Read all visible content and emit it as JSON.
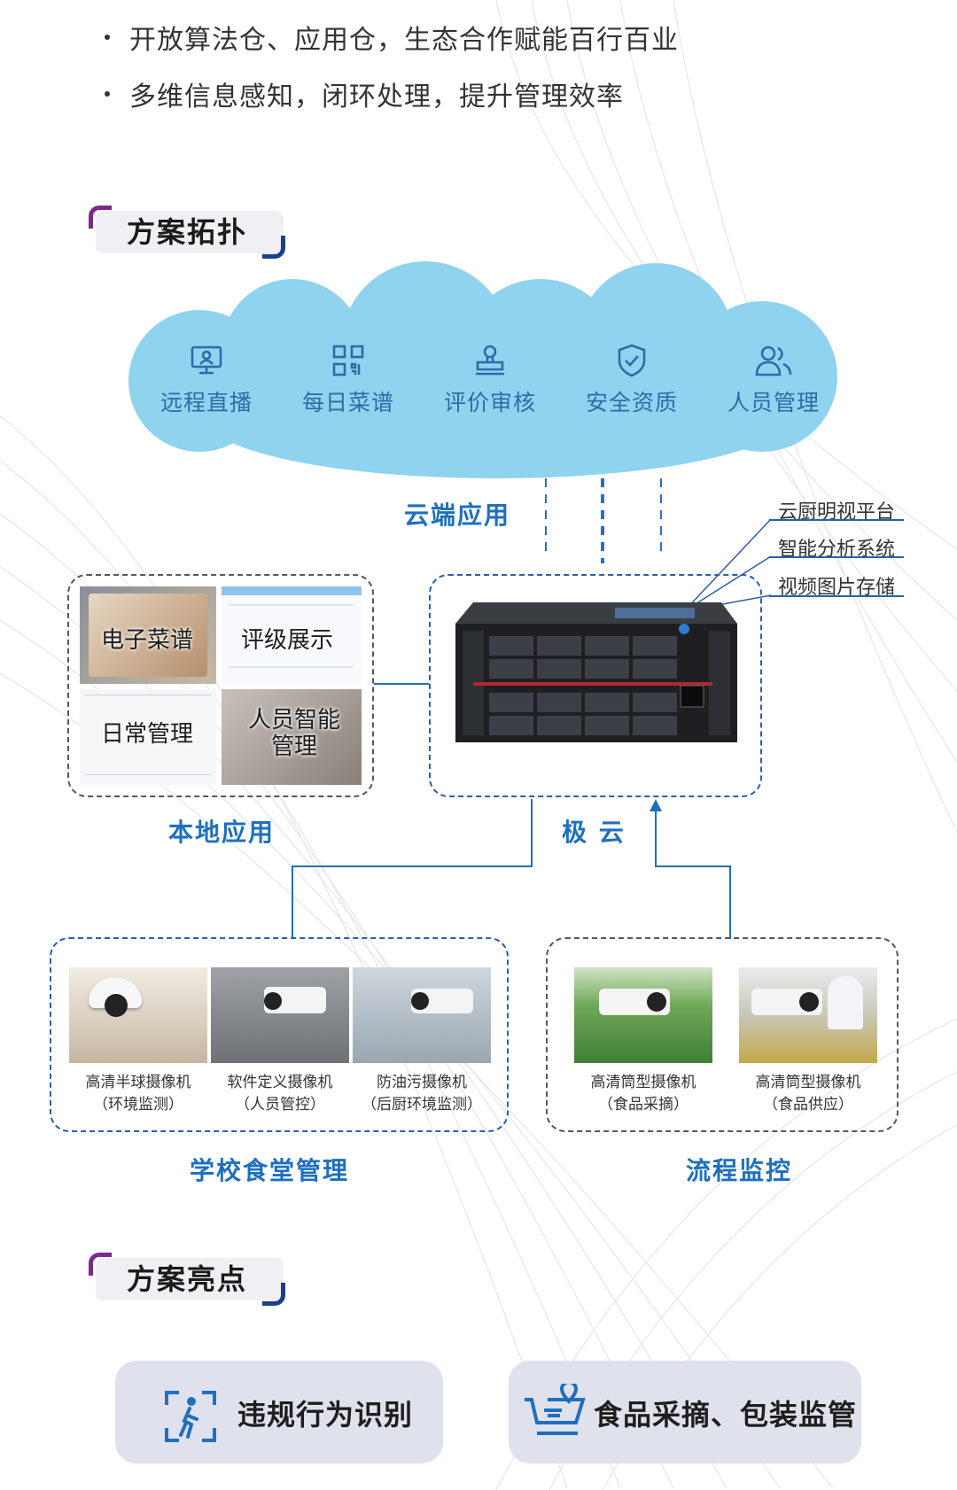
{
  "bullets": [
    "开放算法仓、应用仓，生态合作赋能百行百业",
    "多维信息感知，闭环处理，提升管理效率"
  ],
  "sections": {
    "topology": "方案拓扑",
    "highlights": "方案亮点"
  },
  "cloud": {
    "items": [
      {
        "label": "远程直播",
        "icon": "monitor-icon"
      },
      {
        "label": "每日菜谱",
        "icon": "qr-grid-icon"
      },
      {
        "label": "评价审核",
        "icon": "stamp-icon"
      },
      {
        "label": "安全资质",
        "icon": "shield-check-icon"
      },
      {
        "label": "人员管理",
        "icon": "users-icon"
      }
    ],
    "label": "云端应用"
  },
  "server": {
    "features": [
      "云厨明视平台",
      "智能分析系统",
      "视频图片存储"
    ],
    "label": "极 云"
  },
  "local": {
    "tiles": [
      {
        "label": "电子菜谱"
      },
      {
        "label": "评级展示"
      },
      {
        "label": "日常管理"
      },
      {
        "label": "人员智能\n管理"
      }
    ],
    "label": "本地应用"
  },
  "school": {
    "cameras": [
      {
        "name": "高清半球摄像机",
        "use": "（环境监测）"
      },
      {
        "name": "软件定义摄像机",
        "use": "（人员管控）"
      },
      {
        "name": "防油污摄像机",
        "use": "（后厨环境监测）"
      }
    ],
    "label": "学校食堂管理"
  },
  "process": {
    "cameras": [
      {
        "name": "高清筒型摄像机",
        "use": "（食品采摘）"
      },
      {
        "name": "高清筒型摄像机",
        "use": "（食品供应）"
      }
    ],
    "label": "流程监控"
  },
  "highlights": [
    {
      "label": "违规行为识别",
      "icon": "person-walk-icon"
    },
    {
      "label": "食品采摘、包装监管",
      "icon": "basket-pin-icon"
    }
  ],
  "colors": {
    "brand_blue": "#1f6fbf",
    "cloud": "#8fd3ee",
    "tag_purple": "#7b2a8c",
    "tag_navy": "#1b3e8f"
  }
}
